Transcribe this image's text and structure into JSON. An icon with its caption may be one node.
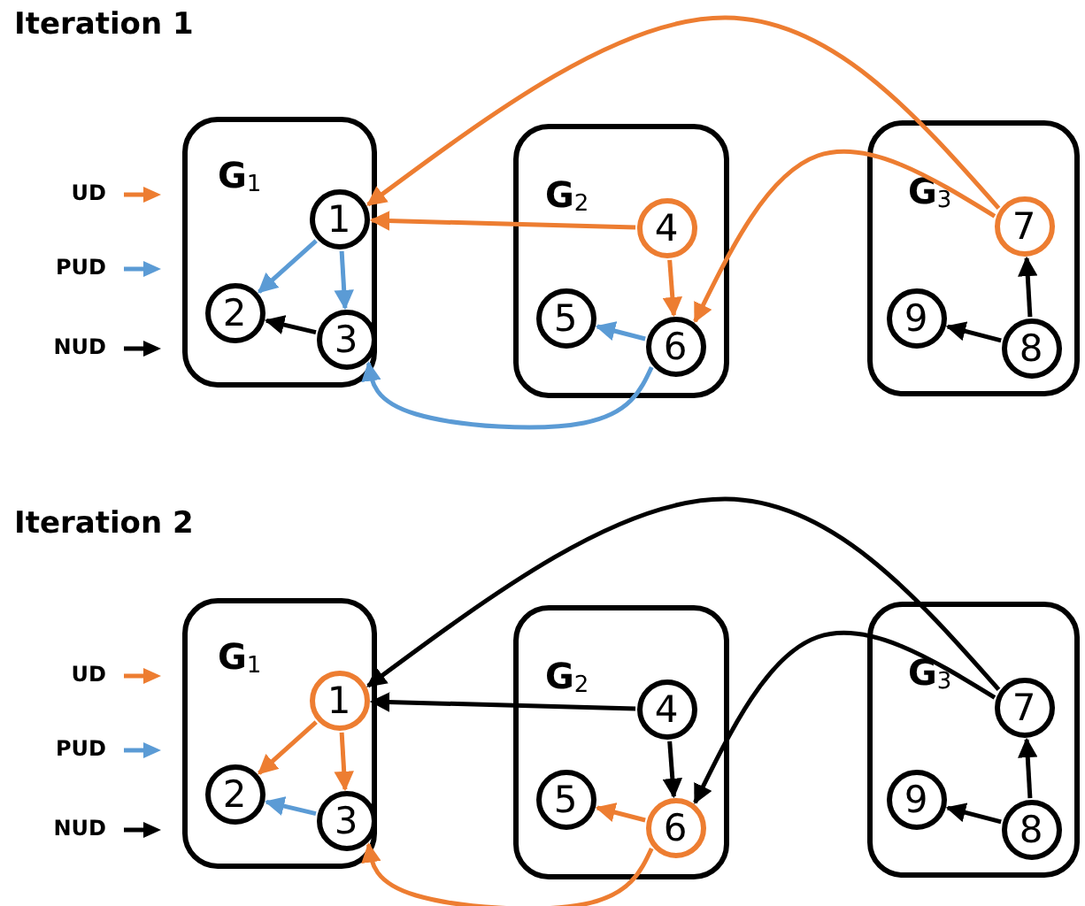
{
  "diagram": {
    "nodes": [
      {
        "text": [
          "G$_{1}$"
        ]
      },
      {
        "text": [
          "1"
        ],
        "in": 0
      },
      {
        "text": [
          "2"
        ],
        "in": 0
      },
      {
        "text": [
          "3"
        ],
        "in": 0
      },
      {
        "text": [
          "G$_{2}$"
        ]
      },
      {
        "text": [
          "4"
        ],
        "in": 4
      },
      {
        "text": [
          "5"
        ],
        "in": 4
      },
      {
        "text": [
          "6"
        ],
        "in": 4
      },
      {
        "text": [
          "G$_{3}$"
        ]
      },
      {
        "text": [
          "7"
        ],
        "in": 8
      },
      {
        "text": [
          "8"
        ],
        "in": 8
      },
      {
        "text": [
          "9"
        ],
        "in": 8
      },
      {
        "text": [
          "G$_{1}$"
        ]
      },
      {
        "text": [
          "1"
        ],
        "in": 12
      },
      {
        "text": [
          "2"
        ],
        "in": 12
      },
      {
        "text": [
          "3"
        ],
        "in": 12
      },
      {
        "text": [
          "G$_{2}$"
        ]
      },
      {
        "text": [
          "4"
        ],
        "in": 16
      },
      {
        "text": [
          "5"
        ],
        "in": 16
      },
      {
        "text": [
          "6"
        ],
        "in": 16
      },
      {
        "text": [
          "G$_{3}$"
        ]
      },
      {
        "text": [
          "7"
        ],
        "in": 20
      },
      {
        "text": [
          "8"
        ],
        "in": 20
      },
      {
        "text": [
          "9"
        ],
        "in": 20
      }
    ],
    "edges": [
      {
        "from": 9,
        "to": 1,
        "arrow": "to",
        "color": "#ed7d31"
      },
      {
        "from": 5,
        "to": 1,
        "arrow": "to",
        "color": "#ed7d31"
      },
      {
        "from": 5,
        "to": 7,
        "arrow": "to",
        "color": "#ed7d31"
      },
      {
        "from": 9,
        "to": 7,
        "arrow": "to",
        "color": "#ed7d31"
      },
      {
        "from": 1,
        "to": 2,
        "arrow": "to",
        "color": "#5b9bd5"
      },
      {
        "from": 1,
        "to": 3,
        "arrow": "to",
        "color": "#5b9bd5"
      },
      {
        "from": 3,
        "to": 2,
        "arrow": "to"
      },
      {
        "from": 7,
        "to": 6,
        "arrow": "to",
        "color": "#5b9bd5"
      },
      {
        "from": 7,
        "to": 3,
        "arrow": "to",
        "color": "#5b9bd5"
      },
      {
        "from": 10,
        "to": 9,
        "arrow": "to"
      },
      {
        "from": 10,
        "to": 11,
        "arrow": "to"
      },
      {
        "from": 21,
        "to": 13,
        "arrow": "to"
      },
      {
        "from": 17,
        "to": 13,
        "arrow": "to"
      },
      {
        "from": 17,
        "to": 19,
        "arrow": "to"
      },
      {
        "from": 21,
        "to": 19,
        "arrow": "to"
      },
      {
        "from": 13,
        "to": 14,
        "arrow": "to",
        "color": "#ed7d31"
      },
      {
        "from": 13,
        "to": 15,
        "arrow": "to",
        "color": "#ed7d31"
      },
      {
        "from": 15,
        "to": 14,
        "arrow": "to",
        "color": "#5b9bd5"
      },
      {
        "from": 19,
        "to": 18,
        "arrow": "to",
        "color": "#ed7d31"
      },
      {
        "from": 19,
        "to": 15,
        "arrow": "to",
        "color": "#ed7d31"
      },
      {
        "from": 22,
        "to": 21,
        "arrow": "to"
      },
      {
        "from": 22,
        "to": 23,
        "arrow": "to"
      }
    ],
    "labels": [
      "Iteration 1",
      "Iteration 2"
    ],
    "legend": [
      {
        "text": "UD",
        "color": "#ed7d31"
      },
      {
        "text": "PUD",
        "color": "#5b9bd5"
      },
      {
        "text": "NUD",
        "color": "#000000"
      },
      {
        "text": "UD",
        "color": "#ed7d31"
      },
      {
        "text": "PUD",
        "color": "#5b9bd5"
      },
      {
        "text": "NUD",
        "color": "#000000"
      }
    ]
  }
}
